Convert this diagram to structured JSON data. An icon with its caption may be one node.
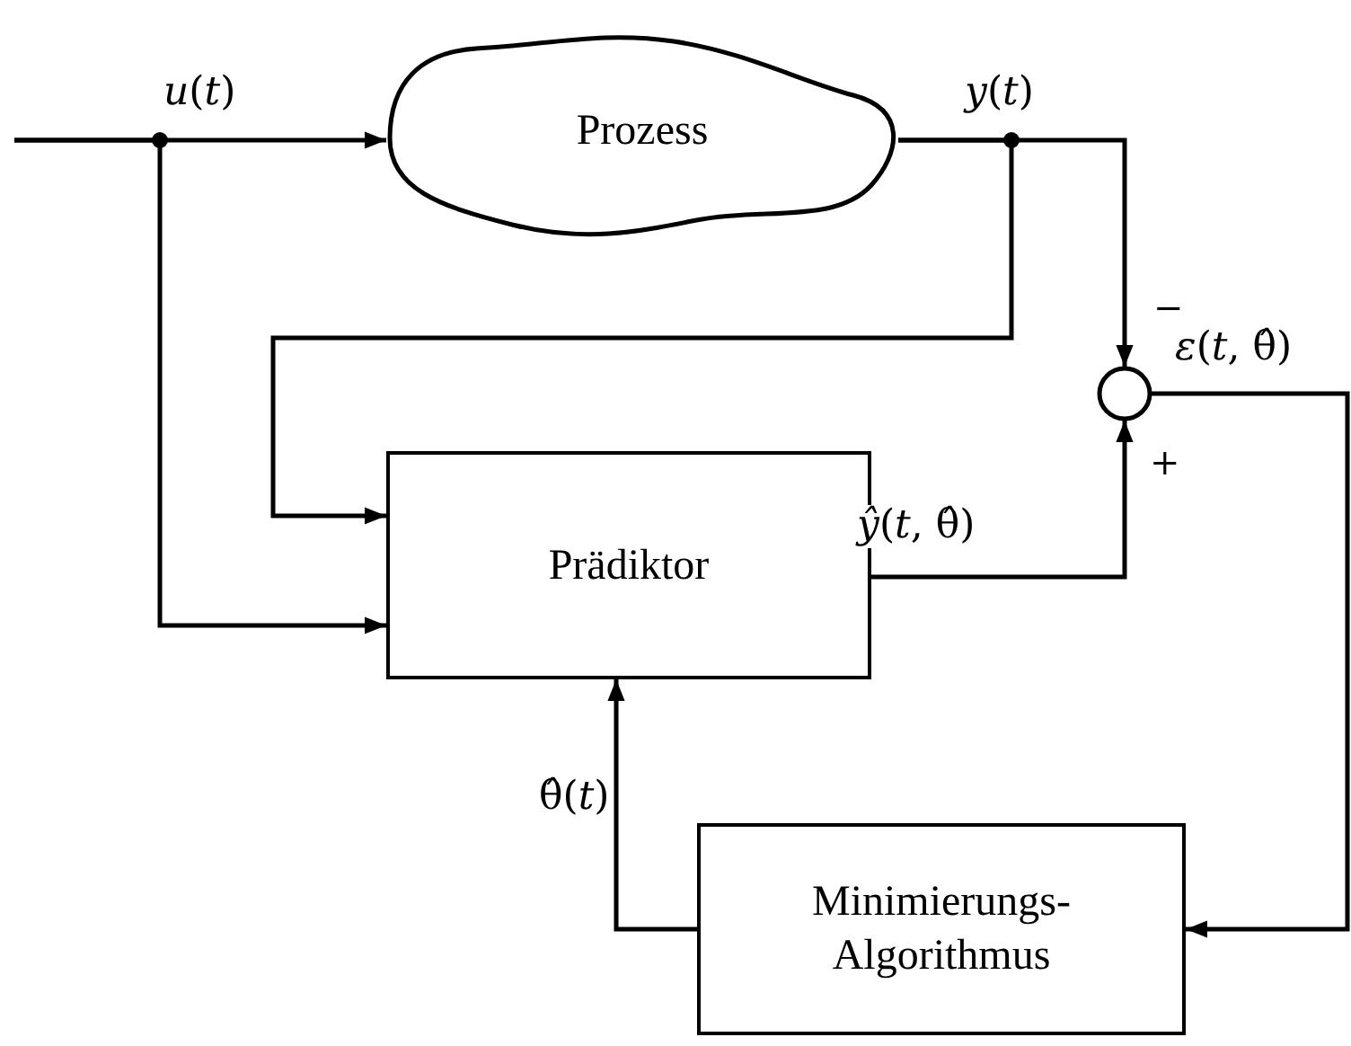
{
  "diagram": {
    "nodes": [
      {
        "text": [
          "Prozess"
        ]
      },
      {
        "text": [],
        "shape": "circle"
      },
      {
        "text": [
          "Prädiktor"
        ]
      },
      {
        "text": [
          "Minimierungs- Algorithmus"
        ]
      }
    ],
    "edges": [
      {
        "from": null,
        "to": 0,
        "arrow": "to",
        "label": "*u*(*t*)"
      },
      {
        "from": null,
        "to": 2,
        "arrow": "to"
      },
      {
        "from": 0,
        "to": 1,
        "arrow": "to",
        "label": "*y*(*t*)"
      },
      {
        "from": 0,
        "to": 2,
        "arrow": "to"
      },
      {
        "from": 2,
        "to": 1,
        "arrow": "to",
        "label": "*ŷ*(*t*, θ̂)"
      },
      {
        "from": 1,
        "to": 3,
        "arrow": "to",
        "label": "*ε*(*t*, θ̂)"
      },
      {
        "from": 3,
        "to": 2,
        "arrow": "to",
        "label": "θ̂(*t*)"
      }
    ],
    "labels": [
      "−",
      "+"
    ]
  }
}
